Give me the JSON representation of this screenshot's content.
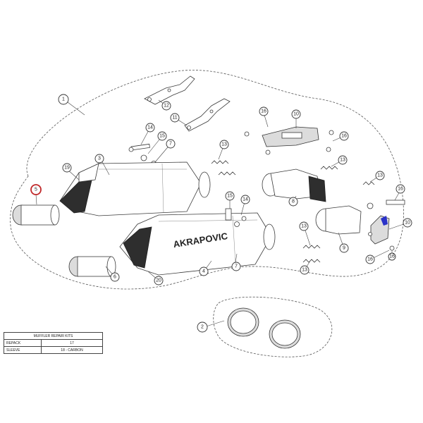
{
  "callouts": [
    "1",
    "2",
    "3",
    "4",
    "5",
    "6",
    "7",
    "8",
    "9",
    "10",
    "11",
    "12",
    "13",
    "14",
    "15",
    "16",
    "19",
    "20"
  ],
  "brand_text": "AKRAPOVIC",
  "repair_table": {
    "title": "MUFFLER REPAIR KITS",
    "rows": [
      {
        "label": "REPACK",
        "value": "17"
      },
      {
        "label": "SLEEVE",
        "value": "18 - CARBON"
      }
    ]
  },
  "highlight_color": "#c0282a",
  "accent_color": "#2a32c8"
}
